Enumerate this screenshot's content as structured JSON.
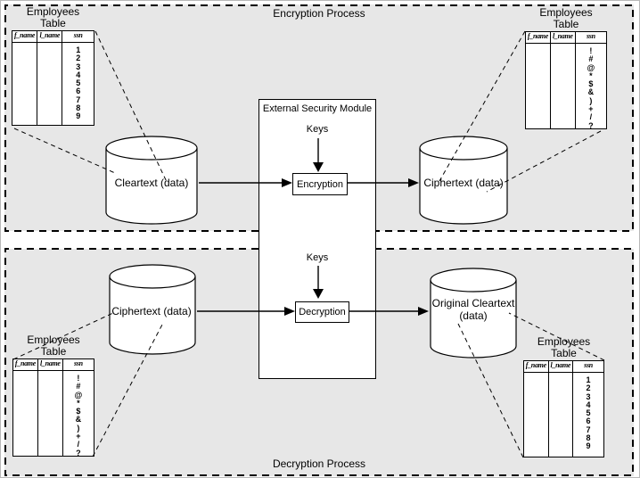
{
  "titles": {
    "encryption_process": "Encryption Process",
    "decryption_process": "Decryption Process"
  },
  "security_module": {
    "title": "External Security Module",
    "keys_label": "Keys",
    "encryption": "Encryption",
    "decryption": "Decryption"
  },
  "databases": {
    "cleartext": "Cleartext (data)",
    "ciphertext_encrypted": "Ciphertext (data)",
    "ciphertext_source": "Ciphertext (data)",
    "original_cleartext_line1": "Original Cleartext",
    "original_cleartext_line2": "(data)"
  },
  "employees_table": {
    "title_line1": "Employees",
    "title_line2": "Table",
    "headers": [
      "f_name",
      "l_name",
      "ssn"
    ],
    "ssn_cleartext_values": [
      "1",
      "2",
      "3",
      "4",
      "5",
      "6",
      "7",
      "8",
      "9"
    ],
    "ssn_ciphertext_values": [
      "!",
      "#",
      "@",
      "*",
      "$",
      "&",
      ")",
      "+",
      "/",
      "?"
    ]
  },
  "colors": {
    "panel_bg": "#e7e7e7",
    "box_bg": "#ffffff",
    "stroke": "#000000"
  }
}
